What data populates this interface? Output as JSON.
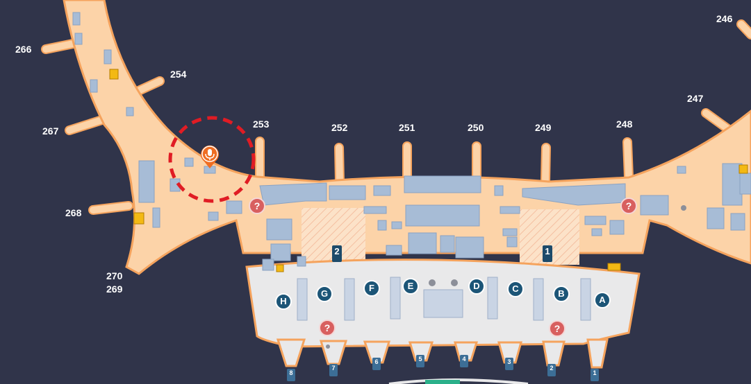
{
  "map": {
    "gates": {
      "g246": "246",
      "g247": "247",
      "g248": "248",
      "g249": "249",
      "g250": "250",
      "g251": "251",
      "g252": "252",
      "g253": "253",
      "g254": "254",
      "g266": "266",
      "g267": "267",
      "g268": "268",
      "g269": "269",
      "g270": "270"
    },
    "checkin_zones": [
      "H",
      "G",
      "F",
      "E",
      "D",
      "C",
      "B",
      "A"
    ],
    "security_areas": [
      "2",
      "1"
    ],
    "bays": [
      "8",
      "7",
      "6",
      "5",
      "4",
      "3",
      "2",
      "1"
    ],
    "help_symbol": "?",
    "highlight": {
      "icon": "microphone-pin-icon",
      "circle_color": "#e01c24"
    },
    "colors": {
      "background": "#30344a",
      "airside": "#fcd3a8",
      "outline": "#f5a35d",
      "landside": "#e9e9ea",
      "shops": "#a7bcd6",
      "zone_badge": "#1c5577",
      "help_badge": "#d85f5f",
      "pin": "#ef6d22"
    }
  }
}
